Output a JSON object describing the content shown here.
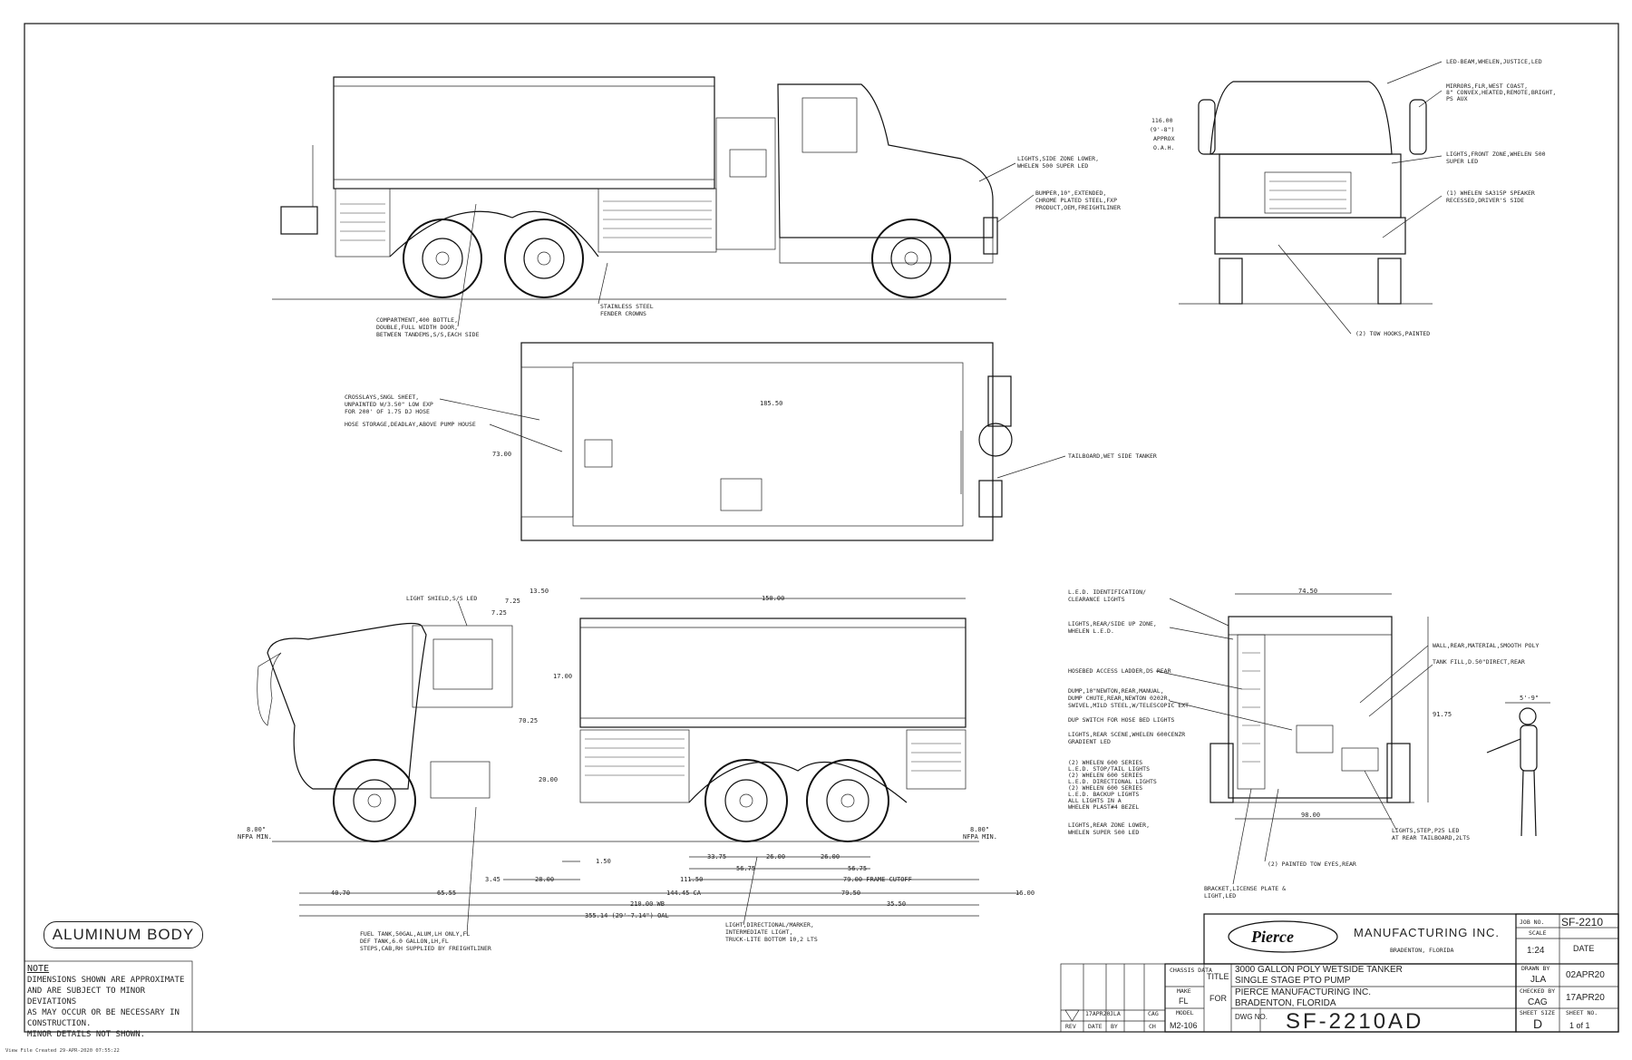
{
  "badge": {
    "text": "ALUMINUM BODY"
  },
  "note": {
    "heading": "NOTE",
    "lines": [
      "DIMENSIONS SHOWN ARE APPROXIMATE",
      "AND ARE SUBJECT TO MINOR DEVIATIONS",
      "AS MAY OCCUR OR BE NECESSARY IN",
      "CONSTRUCTION.",
      "MINOR DETAILS NOT SHOWN."
    ]
  },
  "footer": {
    "text": "View File Created 29-APR-2020 07:55:22"
  },
  "title_block": {
    "logo": "Pierce",
    "company": "MANUFACTURING INC.",
    "city": "BRADENTON, FLORIDA",
    "job_label": "JOB NO.",
    "job_no": "SF-2210",
    "scale_label": "SCALE",
    "scale": "1:24",
    "date_label": "DATE",
    "drawn_label": "DRAWN BY",
    "drawn_by": "JLA",
    "drawn_date": "02APR20",
    "checked_label": "CHECKED BY",
    "checked_by": "CAG",
    "checked_date": "17APR20",
    "sheet_size_label": "SHEET SIZE",
    "sheet_size": "D",
    "sheet_no_label": "SHEET NO.",
    "sheet_no": "1 of 1",
    "chassis_label": "CHASSIS DATA",
    "make_label": "MAKE",
    "make": "FL",
    "model_label": "MODEL",
    "model": "M2-106",
    "title_label": "TITLE",
    "title_line1": "3000 GALLON POLY WETSIDE TANKER",
    "title_line2": "SINGLE STAGE PTO PUMP",
    "for_label": "FOR",
    "for_line1": "PIERCE MANUFACTURING INC.",
    "for_line2": "BRADENTON, FLORIDA",
    "dwg_label": "DWG NO.",
    "dwg_no": "SF-2210AD",
    "rev_date": "17APR20",
    "rev_by": "JLA",
    "rev_ch": "CAG",
    "rev_header": [
      "REV",
      "DATE",
      "BY",
      "CH"
    ]
  },
  "callouts": {
    "compartment": [
      "COMPARTMENT,400 BOTTLE,",
      "DOUBLE,FULL WIDTH DOOR,",
      "BETWEEN TANDEMS,S/S,EACH SIDE"
    ],
    "fender": [
      "STAINLESS STEEL",
      "FENDER CROWNS"
    ],
    "side_light": [
      "LIGHTS,SIDE ZONE LOWER,",
      "WHELEN 500 SUPER LED"
    ],
    "bumper": [
      "BUMPER,10\",EXTENDED,",
      "CHROME PLATED STEEL,FXP",
      "PRODUCT,OEM,FREIGHTLINER"
    ],
    "led_beam": [
      "LED-BEAM,WHELEN,JUSTICE,LED"
    ],
    "mirrors": [
      "MIRRORS,FLR,WEST COAST,",
      "8\" CONVEX,HEATED,REMOTE,BRIGHT,",
      "PS AUX"
    ],
    "front_zone": [
      "LIGHTS,FRONT ZONE,WHELEN 500",
      "SUPER LED"
    ],
    "speaker": [
      "(1) WHELEN SA315P SPEAKER",
      "RECESSED,DRIVER'S SIDE"
    ],
    "height": [
      "116.00",
      "(9'-8\")",
      "APPROX",
      "O.A.H."
    ],
    "tow_hooks": [
      "(2) TOW HOOKS,PAINTED"
    ],
    "crosslays": [
      "CROSSLAYS,SNGL SHEET,",
      "UNPAINTED W/3.50\" LOW EXP",
      "FOR 200' OF 1.75 DJ HOSE"
    ],
    "hose_storage": [
      "HOSE STORAGE,DEADLAY,ABOVE PUMP HOUSE"
    ],
    "tailboard": [
      "TAILBOARD,WET SIDE TANKER"
    ],
    "light_shield": [
      "LIGHT SHIELD,S/S LED"
    ],
    "fuel_tank": [
      "FUEL TANK,50GAL,ALUM,LH ONLY,FL",
      "DEF TANK,6.0 GALLON,LH,FL",
      "STEPS,CAB,RH SUPPLIED BY FREIGHTLINER"
    ],
    "directional": [
      "LIGHT,DIRECTIONAL/MARKER,",
      "INTERMEDIATE LIGHT,",
      "TRUCK-LITE BOTTOM 10,2 LTS"
    ],
    "led_ident": [
      "L.E.D. IDENTIFICATION/",
      "CLEARANCE LIGHTS"
    ],
    "rear_side_up": [
      "LIGHTS,REAR/SIDE UP ZONE,",
      "WHELEN L.E.D."
    ],
    "ladder": [
      "HOSEBED ACCESS LADDER,DS REAR"
    ],
    "dump": [
      "DUMP,10\"NEWTON,REAR,MANUAL,",
      "DUMP CHUTE,REAR,NEWTON 0202R,",
      "SWIVEL,MILD STEEL,W/TELESCOPIC EXT"
    ],
    "dup_switch": [
      "DUP SWITCH FOR HOSE BED LIGHTS"
    ],
    "rear_scene": [
      "LIGHTS,REAR SCENE,WHELEN 600CENZR",
      "GRADIENT LED"
    ],
    "whelen_600": [
      "(2) WHELEN 600 SERIES",
      "L.E.D. STOP/TAIL LIGHTS",
      "(2) WHELEN 600 SERIES",
      "L.E.D. DIRECTIONAL LIGHTS",
      "(2) WHELEN 600 SERIES",
      "L.E.D. BACKUP LIGHTS",
      "ALL LIGHTS IN A",
      "WHELEN PLAST#4 BEZEL"
    ],
    "rear_zone": [
      "LIGHTS,REAR ZONE LOWER,",
      "WHELEN SUPER 500 LED"
    ],
    "bracket": [
      "BRACKET,LICENSE PLATE &",
      "LIGHT,LED"
    ],
    "tow_eyes": [
      "(2) PAINTED TOW EYES,REAR"
    ],
    "wall_rear": [
      "WALL,REAR,MATERIAL,SMOOTH POLY"
    ],
    "tank_fill": [
      "TANK FILL,D.50\"DIRECT,REAR"
    ],
    "step_led": [
      "LIGHTS,STEP,P25 LED",
      "AT REAR TAILBOARD,2LTS"
    ],
    "person": [
      "5'-9\""
    ]
  },
  "dims": {
    "top_len": "185.50",
    "top_width": "73.00",
    "tank_len": "150.00",
    "d1": "13.50",
    "d2": "7.25",
    "d3": "7.25",
    "d4": "17.00",
    "d5": "70.25",
    "d6": "20.00",
    "nfpa": [
      "8.00\"",
      "NFPA MIN."
    ],
    "d_150": "1.50",
    "d_3345": "3.45",
    "d_2800": "28.00",
    "d_3375": "33.75",
    "d_2600a": "26.00",
    "d_2600b": "26.00",
    "d_5675a": "56.75",
    "d_5675b": "56.75",
    "d_11150": "111.50",
    "d_frame": "79.00 FRAME CUTOFF",
    "d_4070": "40.70",
    "d_6555": "65.55",
    "d_ca": "144.45 CA",
    "d_7950": "79.50",
    "d_wb": "210.00 WB",
    "d_3550": "35.50",
    "d_1600": "16.00",
    "d_oal": "355.14 (29'-7.14\") OAL",
    "rear_width": "74.50",
    "rear_h": "91.75",
    "rear_base": "98.00"
  }
}
